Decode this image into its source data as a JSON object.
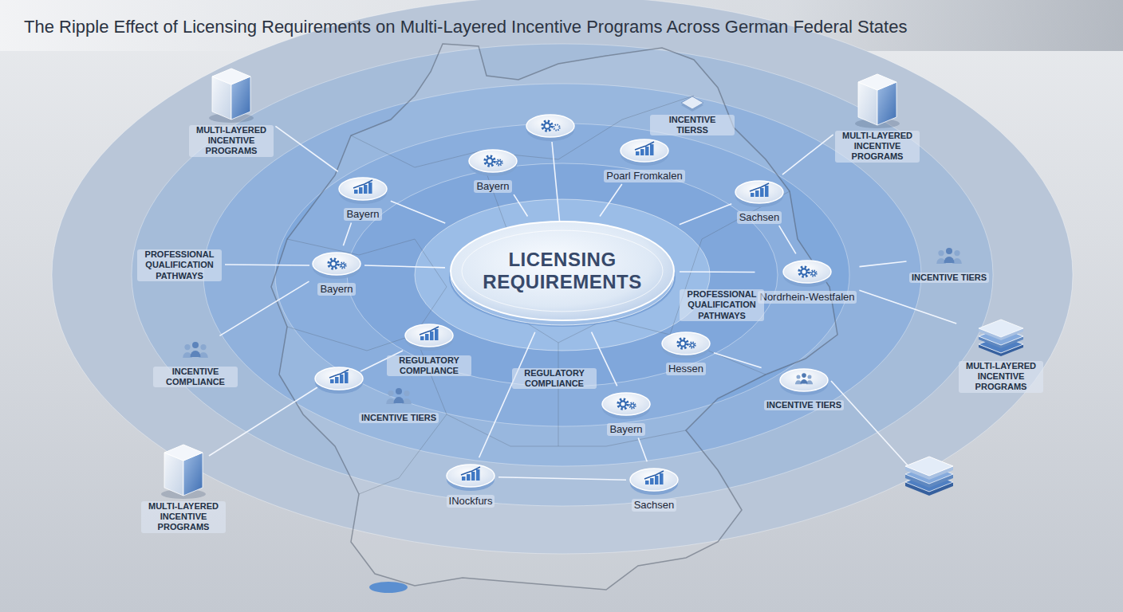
{
  "diagram": {
    "title": "The Ripple Effect of Licensing Requirements on Multi-Layered Incentive Programs Across German Federal States",
    "nodes": [
      {
        "text": [
          "MULTI-LAYERED INCENTIVE PROGRAMS"
        ]
      },
      {
        "text": [
          "INCENTIVE TIERSS"
        ]
      },
      {
        "text": [
          "MULTI-LAYERED INCENTIVE PROGRAMS"
        ]
      },
      {
        "text": [
          "Poarl Fromkalen"
        ]
      },
      {
        "text": [
          "Bayern"
        ]
      },
      {
        "text": [
          "Bayern"
        ]
      },
      {
        "text": [
          "Sachsen"
        ]
      },
      {
        "text": [
          "INCENTIVE TIERS"
        ]
      },
      {
        "text": [
          "Bayern"
        ]
      },
      {
        "text": [
          "LICENSING REQUIREMENTS"
        ]
      },
      {
        "text": [
          "Nordrhein-Westfalen"
        ]
      },
      {
        "text": [
          "MULTI-LAYERED INCENTIVE PROGRAMS"
        ]
      },
      {
        "text": [
          "REGULATORY COMPLIANCE"
        ]
      },
      {
        "text": [
          "Hessen"
        ]
      },
      {
        "text": [
          "INCENTIVE COMPLIANCE"
        ]
      },
      {
        "text": [
          "INCENTIVE TIERS"
        ]
      },
      {
        "text": [
          "INCENTIVE TIERS"
        ]
      },
      {
        "text": [
          "Bayern"
        ]
      },
      {
        "text": [
          "MULTI-LAYERED INCENTIVE PROGRAMS"
        ]
      },
      {
        "text": [
          "INockfurs"
        ]
      },
      {
        "text": [
          "Sachsen"
        ]
      }
    ],
    "edges": [
      {
        "from": 9,
        "to": 4,
        "arrow": "none"
      },
      {
        "from": 9,
        "to": 3,
        "arrow": "none"
      },
      {
        "from": 9,
        "to": 5,
        "arrow": "none"
      },
      {
        "from": 9,
        "to": 6,
        "arrow": "none"
      },
      {
        "from": 9,
        "to": 8,
        "arrow": "none"
      },
      {
        "from": 9,
        "to": 10,
        "arrow": "none"
      },
      {
        "from": 9,
        "to": 12,
        "arrow": "none"
      },
      {
        "from": 9,
        "to": 13,
        "arrow": "none"
      },
      {
        "from": 9,
        "to": 17,
        "arrow": "none"
      },
      {
        "from": 9,
        "to": 19,
        "arrow": "none"
      },
      {
        "from": 0,
        "to": 5,
        "arrow": "none"
      },
      {
        "from": 2,
        "to": 6,
        "arrow": "none"
      },
      {
        "from": 6,
        "to": 10,
        "arrow": "none"
      },
      {
        "from": 10,
        "to": 7,
        "arrow": "none"
      },
      {
        "from": 10,
        "to": 11,
        "arrow": "none"
      },
      {
        "from": 5,
        "to": 8,
        "arrow": "none"
      },
      {
        "from": 8,
        "to": 14,
        "arrow": "none"
      },
      {
        "from": 13,
        "to": 16,
        "arrow": "none"
      },
      {
        "from": 17,
        "to": 20,
        "arrow": "none"
      },
      {
        "from": 19,
        "to": 20,
        "arrow": "none"
      }
    ],
    "labels": [
      "PROFESSIONAL QUALIFICATION PATHWAYS",
      "PROFESSIONAL QUALIFICATION PATHWAYS",
      "REGULATORY COMPLIANCE"
    ]
  }
}
